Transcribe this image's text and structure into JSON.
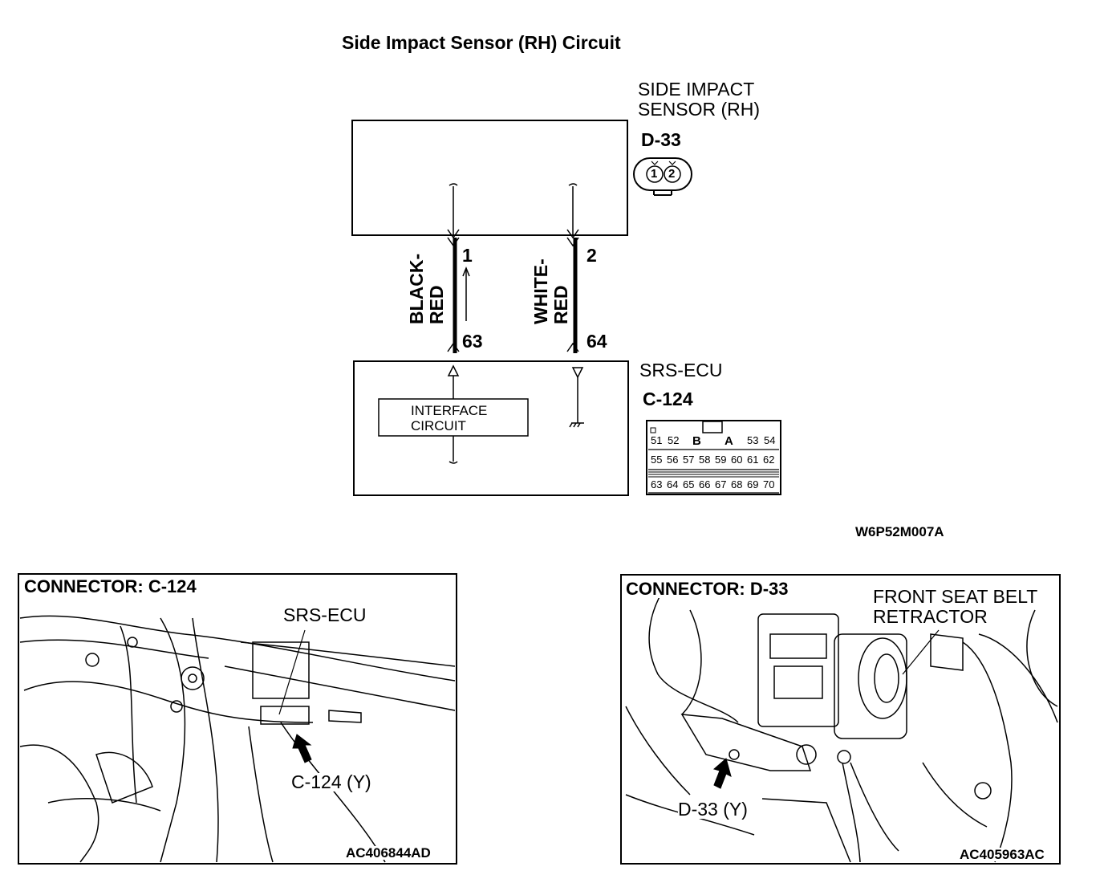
{
  "title": "Side Impact Sensor (RH) Circuit",
  "sensor": {
    "label_line1": "SIDE IMPACT",
    "label_line2": "SENSOR (RH)",
    "connector": "D-33",
    "pins": [
      "1",
      "2"
    ]
  },
  "wires": [
    {
      "color_line1": "BLACK-",
      "color_line2": "RED",
      "sensor_pin": "1",
      "ecu_pin": "63"
    },
    {
      "color_line1": "WHITE-",
      "color_line2": "RED",
      "sensor_pin": "2",
      "ecu_pin": "64"
    }
  ],
  "ecu": {
    "label": "SRS-ECU",
    "connector": "C-124",
    "interface_line1": "INTERFACE",
    "interface_line2": "CIRCUIT",
    "connector_row1": [
      "51",
      "52",
      "B",
      "A",
      "53",
      "54"
    ],
    "connector_row2": [
      "55",
      "56",
      "57",
      "58",
      "59",
      "60",
      "61",
      "62"
    ],
    "connector_row3": [
      "63",
      "64",
      "65",
      "66",
      "67",
      "68",
      "69",
      "70"
    ]
  },
  "diagram_code": "W6P52M007A",
  "panel_left": {
    "title": "CONNECTOR: C-124",
    "part_label": "SRS-ECU",
    "connector_label": "C-124 (Y)",
    "code": "AC406844AD"
  },
  "panel_right": {
    "title": "CONNECTOR: D-33",
    "part_line1": "FRONT SEAT BELT",
    "part_line2": "RETRACTOR",
    "connector_label": "D-33 (Y)",
    "code": "AC405963AC"
  }
}
